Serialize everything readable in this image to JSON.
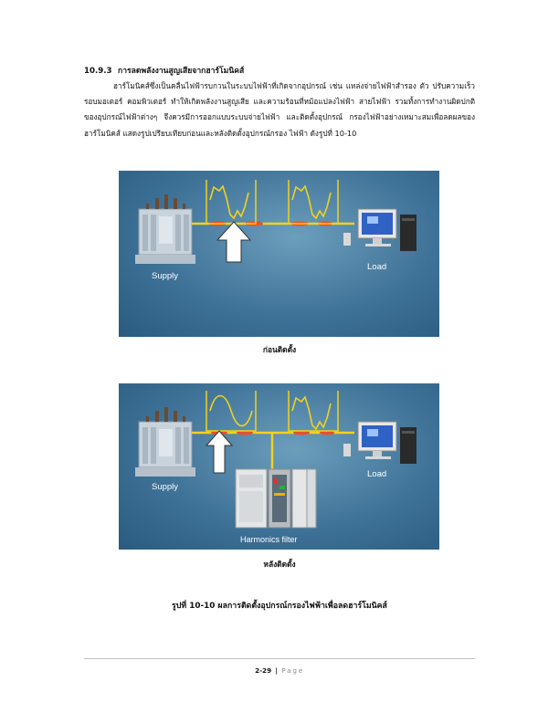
{
  "section": {
    "number": "10.9.3",
    "title": "การลดพลังงานสูญเสียจากฮาร์โมนิคส์"
  },
  "paragraph": [
    "ฮาร์โมนิคส์ซึ่งเป็นคลื่นไฟฟ้ารบกวนในระบบไฟฟ้าที่เกิดจากอุปกรณ์ เช่น แหล่งจ่ายไฟฟ้าสำรอง ตัว",
    "ปรับความเร็วรอบมอเตอร์ คอมพิวเตอร์ ทำให้เกิดพลังงานสูญเสีย และความร้อนที่หม้อแปลงไฟฟ้า สายไฟฟ้า",
    "รวมทั้งการทำงานผิดปกติของอุปกรณ์ไฟฟ้าต่างๆ จึงควรมีการออกแบบระบบจ่ายไฟฟ้า และติดตั้งอุปกรณ์",
    "กรองไฟฟ้าอย่างเหมาะสมเพื่อลดผลของฮาร์โมนิคส์ แสดงรูปเปรียบเทียบก่อนและหลังติดตั้งอุปกรณ์กรอง",
    "ไฟฟ้า ดังรูปที่ 10-10"
  ],
  "figure_before": {
    "supply_label": "Supply",
    "load_label": "Load",
    "caption": "ก่อนติดตั้ง"
  },
  "figure_after": {
    "supply_label": "Supply",
    "load_label": "Load",
    "filter_label": "Harmonics filter",
    "caption": "หลังติดตั้ง"
  },
  "figure_caption": "รูปที่ 10-10 ผลการติดตั้งอุปกรณ์กรองไฟฟ้าเพื่อลดฮาร์โมนิคส์",
  "footer": {
    "page": "2-29",
    "separator": "|",
    "word": "Page"
  },
  "colors": {
    "figure_bg": "#3f7398",
    "wave": "#f2d21b",
    "flow_marker": "#e8502a"
  }
}
